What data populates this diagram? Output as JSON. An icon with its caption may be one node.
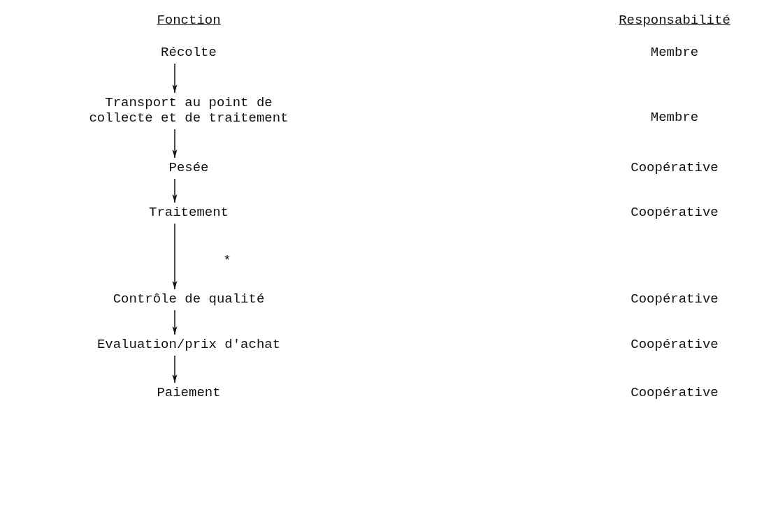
{
  "diagram": {
    "nodes": [
      {
        "text": [
          "Récolte"
        ]
      },
      {
        "text": [
          "Transport au point de collecte et de traitement"
        ]
      },
      {
        "text": [
          "Pesée"
        ]
      },
      {
        "text": [
          "Traitement"
        ]
      },
      {
        "text": [
          "Contrôle de qualité"
        ]
      },
      {
        "text": [
          "Evaluation/prix d'achat"
        ]
      },
      {
        "text": [
          "Paiement"
        ]
      }
    ],
    "edges": [
      {
        "from": 0,
        "to": 1,
        "arrow": "to"
      },
      {
        "from": 1,
        "to": 2,
        "arrow": "to"
      },
      {
        "from": 2,
        "to": 3,
        "arrow": "to"
      },
      {
        "from": 3,
        "to": 4,
        "arrow": "to"
      },
      {
        "from": 4,
        "to": 5,
        "arrow": "to"
      },
      {
        "from": 5,
        "to": 6,
        "arrow": "to"
      }
    ],
    "labels": [
      "Fonction",
      "Responsabilité",
      "Membre",
      "Membre",
      "Coopérative",
      "Coopérative",
      "*",
      "Coopérative",
      "Coopérative",
      "Coopérative"
    ]
  }
}
